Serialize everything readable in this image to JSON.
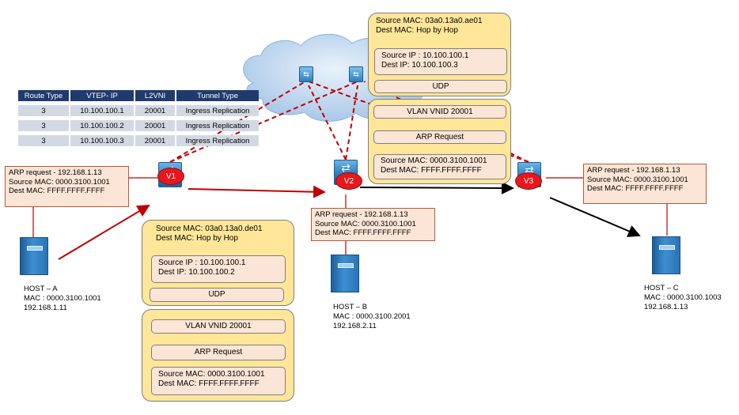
{
  "route_table": {
    "headers": [
      "Route Type",
      "VTEP- IP",
      "L2VNI",
      "Tunnel Type"
    ],
    "rows": [
      [
        "3",
        "10.100.100.1",
        "20001",
        "Ingress Replication"
      ],
      [
        "3",
        "10.100.100.2",
        "20001",
        "Ingress Replication"
      ],
      [
        "3",
        "10.100.100.3",
        "20001",
        "Ingress Replication"
      ]
    ]
  },
  "vteps": {
    "v1": "V1",
    "v2": "V2",
    "v3": "V3"
  },
  "arp_notes": {
    "a": [
      "ARP request - 192.168.1.13",
      "Source MAC: 0000.3100.1001",
      "Dest MAC: FFFF.FFFF.FFFF"
    ],
    "b": [
      "ARP request - 192.168.1.13",
      "Source MAC: 0000.3100.1001",
      "Dest MAC: FFFF.FFFF.FFFF"
    ],
    "c": [
      "ARP request - 192.168.1.13",
      "Source MAC: 0000.3100.1001",
      "Dest MAC: FFFF.FFFF.FFFF"
    ]
  },
  "top_encap": {
    "outer_mac": [
      "Source MAC: 03a0.13a0.ae01",
      "Dest MAC: Hop by Hop"
    ],
    "outer_ip": [
      "Source IP : 10.100.100.1",
      "Dest IP: 10.100.100.3"
    ],
    "udp": "UDP",
    "vxlan": "VLAN VNID 20001",
    "payload": "ARP Request",
    "inner_mac": [
      "Source MAC: 0000.3100.1001",
      "Dest MAC: FFFF.FFFF.FFFF"
    ]
  },
  "bottom_encap": {
    "outer_mac": [
      "Source MAC: 03a0.13a0.de01",
      "Dest MAC: Hop by Hop"
    ],
    "outer_ip": [
      "Source IP : 10.100.100.1",
      "Dest IP: 10.100.100.2"
    ],
    "udp": "UDP",
    "vxlan": "VLAN VNID 20001",
    "payload": "ARP Request",
    "inner_mac": [
      "Source MAC: 0000.3100.1001",
      "Dest MAC: FFFF.FFFF.FFFF"
    ]
  },
  "hosts": {
    "a": [
      "HOST – A",
      "MAC : 0000.3100.1001",
      "192.168.1.11"
    ],
    "b": [
      "HOST – B",
      "MAC : 0000.3100.2001",
      "192.168.2.11"
    ],
    "c": [
      "HOST – C",
      "MAC : 0000.3100.1003",
      "192.168.1.13"
    ]
  },
  "colors": {
    "tunnel": "#c00000",
    "table_header": "#1f3b6e",
    "note_fill": "#fbe5d6",
    "encap_group": "#ffe699",
    "vtep_badge": "#e8171c"
  }
}
